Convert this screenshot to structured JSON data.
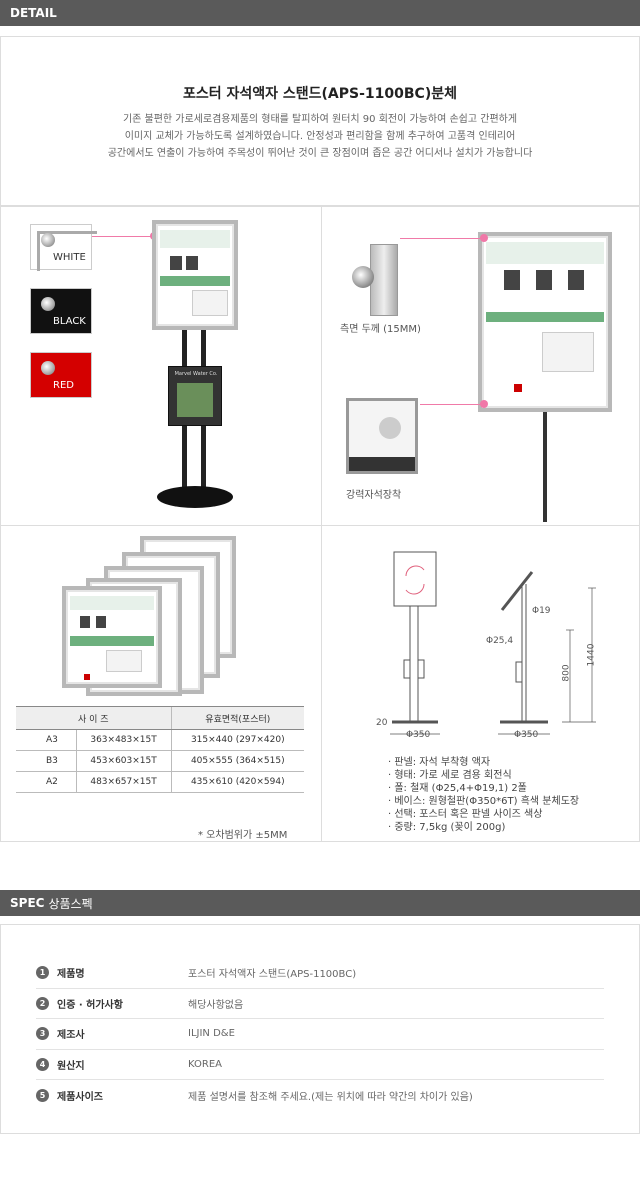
{
  "detail_bar": {
    "label": "DETAIL"
  },
  "intro": {
    "title": "포스터 자석액자 스탠드(APS-1100BC)분체",
    "lines": [
      "기존 불편한 가로세로겸용제품의 형태를 탈피하여 원터치 90 회전이 가능하여 손쉽고 간편하게",
      "이미지 교체가 가능하도록 설계하였습니다. 안정성과 편리함을 함께 추구하여 고품격 인테리어",
      "공간에서도 연출이  가능하여  주목성이 뛰어난 것이 큰 장점이며  좁은 공간 어디서나 설치가 가능합니다"
    ]
  },
  "colors": [
    {
      "label": "WHITE",
      "bg": "#ffffff",
      "fg": "#333333"
    },
    {
      "label": "BLACK",
      "bg": "#111111",
      "fg": "#ffffff"
    },
    {
      "label": "RED",
      "bg": "#d40000",
      "fg": "#ffffff"
    }
  ],
  "product": {
    "brochure_label": "Marvel Water Co."
  },
  "details": {
    "side_label": "측면 두께 (15MM)",
    "magnet_label": "강력자석장착"
  },
  "size_table": {
    "headers": [
      "사 이 즈",
      "유효면적(포스터)"
    ],
    "rows": [
      {
        "name": "A3",
        "size": "363×483×15T",
        "area": "315×440 (297×420)"
      },
      {
        "name": "B3",
        "size": "453×603×15T",
        "area": "405×555 (364×515)"
      },
      {
        "name": "A2",
        "size": "483×657×15T",
        "area": "435×610 (420×594)"
      }
    ],
    "note": "* 오차범위가 ±5MM"
  },
  "diagram": {
    "dim_19": "Φ19",
    "dim_25": "Φ25,4",
    "dim_800": "800",
    "dim_1440": "1440",
    "dim_20": "20",
    "base_left": "Φ350",
    "base_right": "Φ350"
  },
  "specs": [
    "· 판넬: 자석 부착형 액자",
    "· 형태: 가로 세로 겸용 회전식",
    "· 폴: 철재 (Φ25,4+Φ19,1) 2폴",
    "· 베이스: 원형철판(Φ350*6T) 흑색 분체도장",
    "· 선택: 포스터 혹은 판넬 사이즈 색상",
    "· 중량: 7,5kg (꽂이 200g)"
  ],
  "spec_bar": {
    "label": "SPEC",
    "sub": "상품스펙"
  },
  "spec_rows": [
    {
      "num": "1",
      "key": "제품명",
      "value": "포스터 자석액자 스탠드(APS-1100BC)"
    },
    {
      "num": "2",
      "key": "인증 · 허가사항",
      "value": "해당사항없음"
    },
    {
      "num": "3",
      "key": "제조사",
      "value": "ILJIN D&E"
    },
    {
      "num": "4",
      "key": "원산지",
      "value": "KOREA"
    },
    {
      "num": "5",
      "key": "제품사이즈",
      "value": "제품 설명서를 참조해 주세요.(제는 위치에 따라 약간의 차이가 있음)"
    }
  ]
}
